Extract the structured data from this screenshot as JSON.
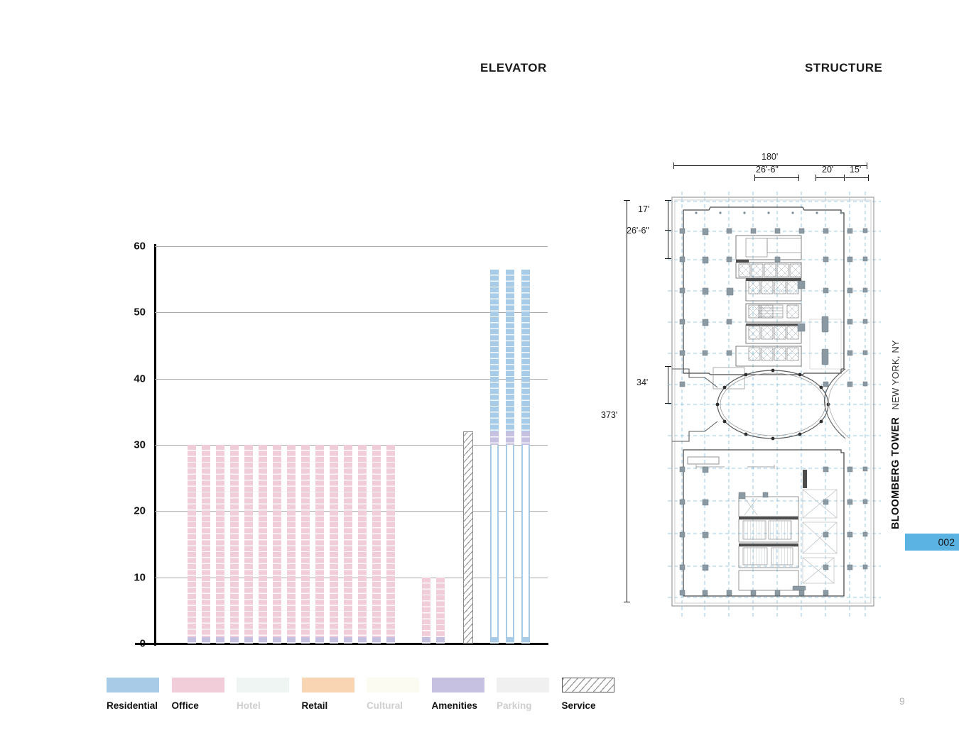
{
  "headers": {
    "left": "ELEVATOR",
    "right": "STRUCTURE"
  },
  "title_block": {
    "project": "BLOOMBERG TOWER",
    "location": "NEW YORK, NY",
    "sheet": "002",
    "badge_color": "#5bb3e4"
  },
  "page_number": "9",
  "legend": {
    "items": [
      {
        "label": "Residential",
        "color": "#a8cbe8",
        "muted": false,
        "pattern": "solid"
      },
      {
        "label": "Office",
        "color": "#f0cdd8",
        "muted": false,
        "pattern": "solid"
      },
      {
        "label": "Hotel",
        "color": "#eef5f3",
        "muted": true,
        "pattern": "solid"
      },
      {
        "label": "Retail",
        "color": "#f9d5b4",
        "muted": false,
        "pattern": "solid"
      },
      {
        "label": "Cultural",
        "color": "#fbfbf2",
        "muted": true,
        "pattern": "solid"
      },
      {
        "label": "Amenities",
        "color": "#c6c1e0",
        "muted": false,
        "pattern": "solid"
      },
      {
        "label": "Parking",
        "color": "#f0f0f0",
        "muted": true,
        "pattern": "solid"
      },
      {
        "label": "Service",
        "color": "#ffffff",
        "muted": false,
        "pattern": "hatch"
      }
    ]
  },
  "chart_data": {
    "type": "bar",
    "title": "ELEVATOR",
    "xlabel": "",
    "ylabel": "",
    "ylim": [
      0,
      60
    ],
    "yticks": [
      0,
      10,
      20,
      30,
      40,
      50,
      60
    ],
    "grid": true,
    "legend_position": "bottom",
    "note": "Stacked elevator-shaft diagram: each bar is one elevator run, colored by the program it serves. Residential shafts are drawn hollow (outline only) over the floors they pass through without stopping.",
    "bars": [
      {
        "name": "office-1",
        "x": 264,
        "width": 12,
        "segments": [
          {
            "category": "Amenities",
            "from": 0,
            "to": 1
          },
          {
            "category": "Office",
            "from": 1,
            "to": 30
          }
        ]
      },
      {
        "name": "office-2",
        "x": 284,
        "width": 12,
        "segments": [
          {
            "category": "Amenities",
            "from": 0,
            "to": 1
          },
          {
            "category": "Office",
            "from": 1,
            "to": 30
          }
        ]
      },
      {
        "name": "office-3",
        "x": 304,
        "width": 12,
        "segments": [
          {
            "category": "Amenities",
            "from": 0,
            "to": 1
          },
          {
            "category": "Office",
            "from": 1,
            "to": 30
          }
        ]
      },
      {
        "name": "office-4",
        "x": 324,
        "width": 12,
        "segments": [
          {
            "category": "Amenities",
            "from": 0,
            "to": 1
          },
          {
            "category": "Office",
            "from": 1,
            "to": 30
          }
        ]
      },
      {
        "name": "office-5",
        "x": 344,
        "width": 12,
        "segments": [
          {
            "category": "Amenities",
            "from": 0,
            "to": 1
          },
          {
            "category": "Office",
            "from": 1,
            "to": 30
          }
        ]
      },
      {
        "name": "office-6",
        "x": 364,
        "width": 12,
        "segments": [
          {
            "category": "Amenities",
            "from": 0,
            "to": 1
          },
          {
            "category": "Office",
            "from": 1,
            "to": 30
          }
        ]
      },
      {
        "name": "office-7",
        "x": 384,
        "width": 12,
        "segments": [
          {
            "category": "Amenities",
            "from": 0,
            "to": 1
          },
          {
            "category": "Office",
            "from": 1,
            "to": 30
          }
        ]
      },
      {
        "name": "office-8",
        "x": 404,
        "width": 12,
        "segments": [
          {
            "category": "Amenities",
            "from": 0,
            "to": 1
          },
          {
            "category": "Office",
            "from": 1,
            "to": 30
          }
        ]
      },
      {
        "name": "office-9",
        "x": 424,
        "width": 12,
        "segments": [
          {
            "category": "Amenities",
            "from": 0,
            "to": 1
          },
          {
            "category": "Office",
            "from": 1,
            "to": 30
          }
        ]
      },
      {
        "name": "office-10",
        "x": 444,
        "width": 12,
        "segments": [
          {
            "category": "Amenities",
            "from": 0,
            "to": 1
          },
          {
            "category": "Office",
            "from": 1,
            "to": 30
          }
        ]
      },
      {
        "name": "office-11",
        "x": 464,
        "width": 12,
        "segments": [
          {
            "category": "Amenities",
            "from": 0,
            "to": 1
          },
          {
            "category": "Office",
            "from": 1,
            "to": 30
          }
        ]
      },
      {
        "name": "office-12",
        "x": 484,
        "width": 12,
        "segments": [
          {
            "category": "Amenities",
            "from": 0,
            "to": 1
          },
          {
            "category": "Office",
            "from": 1,
            "to": 30
          }
        ]
      },
      {
        "name": "office-13",
        "x": 504,
        "width": 12,
        "segments": [
          {
            "category": "Amenities",
            "from": 0,
            "to": 1
          },
          {
            "category": "Office",
            "from": 1,
            "to": 30
          }
        ]
      },
      {
        "name": "office-14",
        "x": 524,
        "width": 12,
        "segments": [
          {
            "category": "Amenities",
            "from": 0,
            "to": 1
          },
          {
            "category": "Office",
            "from": 1,
            "to": 30
          }
        ]
      },
      {
        "name": "office-15",
        "x": 544,
        "width": 12,
        "segments": [
          {
            "category": "Amenities",
            "from": 0,
            "to": 1
          },
          {
            "category": "Office",
            "from": 1,
            "to": 30
          }
        ]
      },
      {
        "name": "retail-1",
        "x": 594,
        "width": 12,
        "segments": [
          {
            "category": "Amenities",
            "from": 0,
            "to": 1
          },
          {
            "category": "Office",
            "from": 1,
            "to": 10
          }
        ]
      },
      {
        "name": "retail-2",
        "x": 614,
        "width": 12,
        "segments": [
          {
            "category": "Amenities",
            "from": 0,
            "to": 1
          },
          {
            "category": "Office",
            "from": 1,
            "to": 10
          }
        ]
      },
      {
        "name": "service-1",
        "x": 652,
        "width": 14,
        "segments": [
          {
            "category": "Service",
            "from": 0,
            "to": 32
          }
        ]
      },
      {
        "name": "residential-1",
        "x": 690,
        "width": 12,
        "segments": [
          {
            "category": "Residential",
            "from": 0,
            "to": 1
          },
          {
            "category": "Residential",
            "from": 1,
            "to": 30,
            "hollow": true
          },
          {
            "category": "Amenities",
            "from": 30,
            "to": 32
          },
          {
            "category": "Residential",
            "from": 32,
            "to": 56.5
          }
        ]
      },
      {
        "name": "residential-2",
        "x": 712,
        "width": 12,
        "segments": [
          {
            "category": "Residential",
            "from": 0,
            "to": 1
          },
          {
            "category": "Residential",
            "from": 1,
            "to": 30,
            "hollow": true
          },
          {
            "category": "Amenities",
            "from": 30,
            "to": 32
          },
          {
            "category": "Residential",
            "from": 32,
            "to": 56.5
          }
        ]
      },
      {
        "name": "residential-3",
        "x": 734,
        "width": 12,
        "segments": [
          {
            "category": "Residential",
            "from": 0,
            "to": 1
          },
          {
            "category": "Residential",
            "from": 1,
            "to": 30,
            "hollow": true
          },
          {
            "category": "Amenities",
            "from": 30,
            "to": 32
          },
          {
            "category": "Residential",
            "from": 32,
            "to": 56.5
          }
        ]
      }
    ]
  },
  "floor_plan": {
    "dimensions": {
      "overall_width": "180'",
      "bay_a": "26'-6\"",
      "bay_b": "20'",
      "bay_c": "15'",
      "edge_depth": "17'",
      "bay_depth": "26'-6\"",
      "setback_depth": "34'",
      "overall_height": "373'"
    }
  }
}
